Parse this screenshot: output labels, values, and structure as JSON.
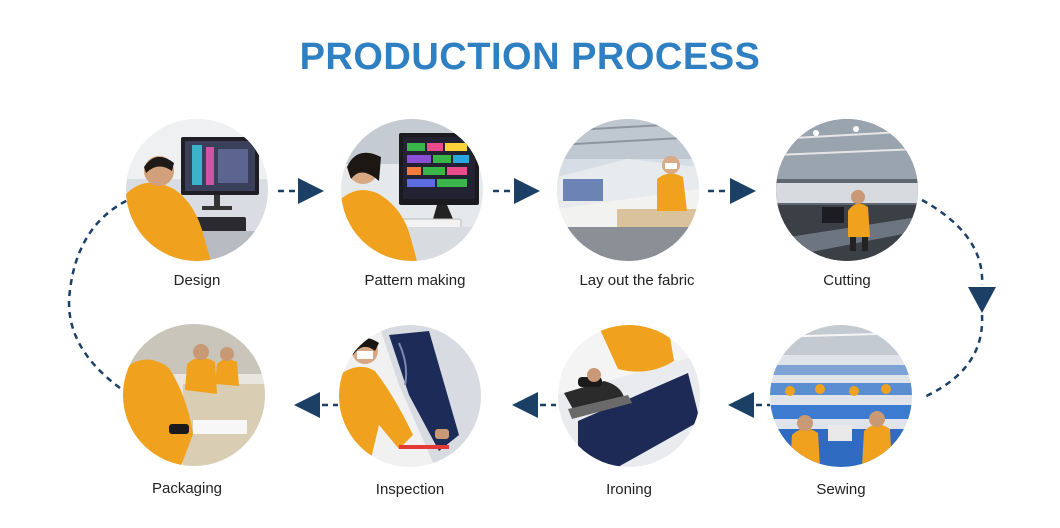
{
  "title": "PRODUCTION PROCESS",
  "colors": {
    "title": "#2f7fc3",
    "arrow": "#1c3f66",
    "worker": "#f0a21e"
  },
  "steps": [
    {
      "label": "Design"
    },
    {
      "label": "Pattern making"
    },
    {
      "label": "Lay out the fabric"
    },
    {
      "label": "Cutting"
    },
    {
      "label": "Sewing"
    },
    {
      "label": "Ironing"
    },
    {
      "label": "Inspection"
    },
    {
      "label": "Packaging"
    }
  ]
}
